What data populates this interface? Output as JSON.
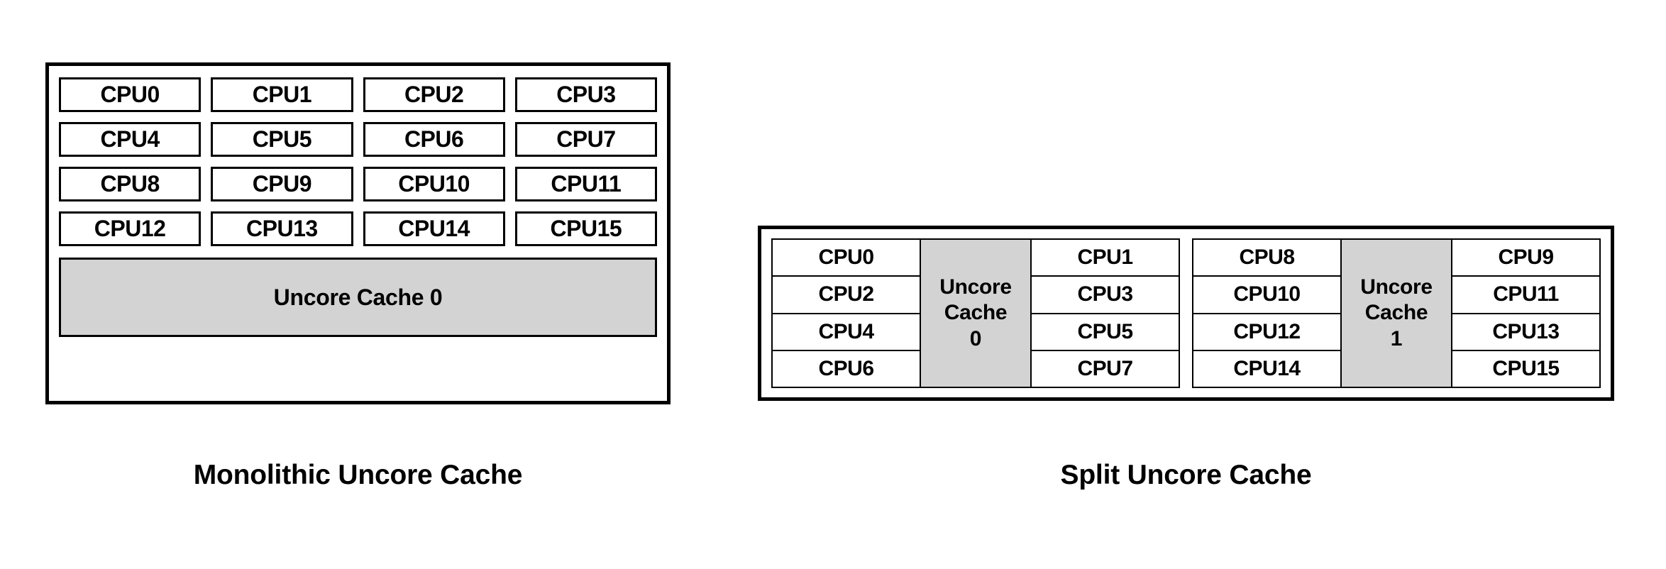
{
  "theme": {
    "background": "#ffffff",
    "border": "#000000",
    "cache_fill": "#d3d3d3",
    "text": "#000000"
  },
  "monolithic": {
    "caption": "Monolithic Uncore Cache",
    "cpus": [
      "CPU0",
      "CPU1",
      "CPU2",
      "CPU3",
      "CPU4",
      "CPU5",
      "CPU6",
      "CPU7",
      "CPU8",
      "CPU9",
      "CPU10",
      "CPU11",
      "CPU12",
      "CPU13",
      "CPU14",
      "CPU15"
    ],
    "uncore_cache": "Uncore Cache 0"
  },
  "split": {
    "caption": "Split Uncore Cache",
    "clusters": [
      {
        "left_cpus": [
          "CPU0",
          "CPU2",
          "CPU4",
          "CPU6"
        ],
        "cache_line1": "Uncore",
        "cache_line2": "Cache",
        "cache_line3": "0",
        "right_cpus": [
          "CPU1",
          "CPU3",
          "CPU5",
          "CPU7"
        ]
      },
      {
        "left_cpus": [
          "CPU8",
          "CPU10",
          "CPU12",
          "CPU14"
        ],
        "cache_line1": "Uncore",
        "cache_line2": "Cache",
        "cache_line3": "1",
        "right_cpus": [
          "CPU9",
          "CPU11",
          "CPU13",
          "CPU15"
        ]
      }
    ]
  }
}
